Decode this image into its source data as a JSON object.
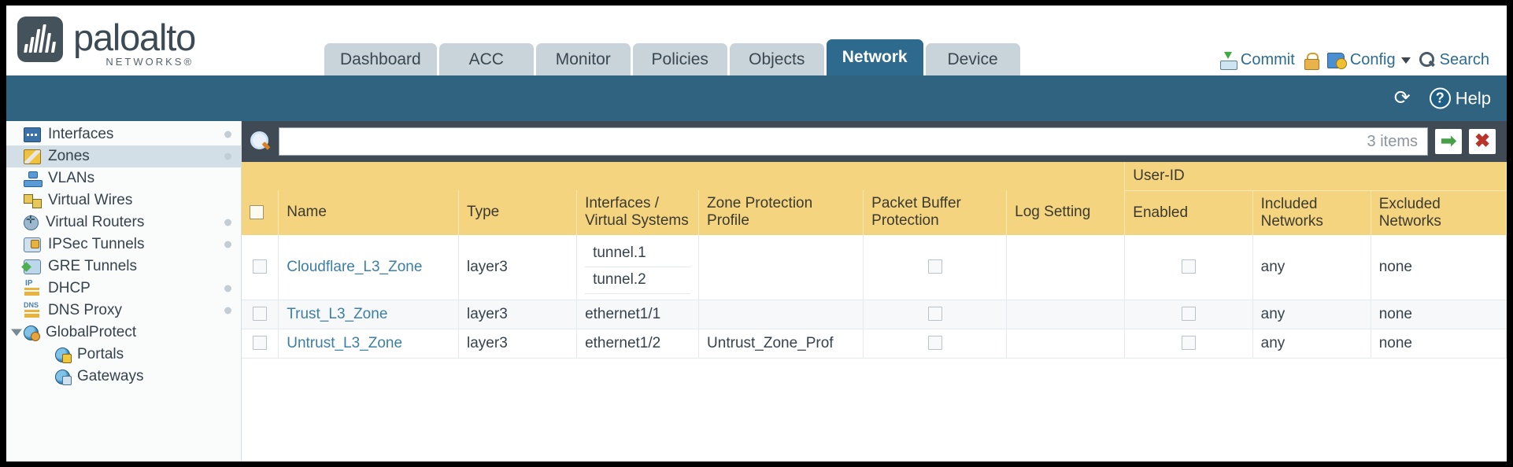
{
  "brand": {
    "name": "paloalto",
    "sub": "NETWORKS®"
  },
  "nav": {
    "tabs": [
      {
        "label": "Dashboard",
        "active": false
      },
      {
        "label": "ACC",
        "active": false
      },
      {
        "label": "Monitor",
        "active": false
      },
      {
        "label": "Policies",
        "active": false
      },
      {
        "label": "Objects",
        "active": false
      },
      {
        "label": "Network",
        "active": true
      },
      {
        "label": "Device",
        "active": false
      }
    ]
  },
  "header_actions": {
    "commit": "Commit",
    "config": "Config",
    "search": "Search"
  },
  "band": {
    "help": "Help"
  },
  "sidebar": {
    "items": [
      {
        "label": "Interfaces",
        "icon": "interfaces-icon",
        "selected": false,
        "dot": true,
        "child": false,
        "twisty": false
      },
      {
        "label": "Zones",
        "icon": "zones-icon",
        "selected": true,
        "dot": true,
        "child": false,
        "twisty": false
      },
      {
        "label": "VLANs",
        "icon": "vlans-icon",
        "selected": false,
        "dot": false,
        "child": false,
        "twisty": false
      },
      {
        "label": "Virtual Wires",
        "icon": "virtual-wires-icon",
        "selected": false,
        "dot": false,
        "child": false,
        "twisty": false
      },
      {
        "label": "Virtual Routers",
        "icon": "virtual-routers-icon",
        "selected": false,
        "dot": true,
        "child": false,
        "twisty": false
      },
      {
        "label": "IPSec Tunnels",
        "icon": "ipsec-tunnels-icon",
        "selected": false,
        "dot": true,
        "child": false,
        "twisty": false
      },
      {
        "label": "GRE Tunnels",
        "icon": "gre-tunnels-icon",
        "selected": false,
        "dot": false,
        "child": false,
        "twisty": false
      },
      {
        "label": "DHCP",
        "icon": "dhcp-icon",
        "selected": false,
        "dot": true,
        "child": false,
        "twisty": false
      },
      {
        "label": "DNS Proxy",
        "icon": "dns-proxy-icon",
        "selected": false,
        "dot": true,
        "child": false,
        "twisty": false
      },
      {
        "label": "GlobalProtect",
        "icon": "globalprotect-icon",
        "selected": false,
        "dot": false,
        "child": false,
        "twisty": true
      },
      {
        "label": "Portals",
        "icon": "portals-icon",
        "selected": false,
        "dot": false,
        "child": true,
        "twisty": false
      },
      {
        "label": "Gateways",
        "icon": "gateways-icon",
        "selected": false,
        "dot": false,
        "child": true,
        "twisty": false
      }
    ]
  },
  "toolbar": {
    "search_value": "",
    "search_placeholder": "",
    "item_count": "3 items",
    "apply_icon": "➡",
    "clear_icon": "✖"
  },
  "table": {
    "group_header": "User-ID",
    "columns": [
      "Name",
      "Type",
      "Interfaces / Virtual Systems",
      "Zone Protection Profile",
      "Packet Buffer Protection",
      "Log Setting",
      "Enabled",
      "Included Networks",
      "Excluded Networks"
    ],
    "rows": [
      {
        "name": "Cloudflare_L3_Zone",
        "type": "layer3",
        "interfaces": [
          "tunnel.1",
          "tunnel.2"
        ],
        "zone_protection_profile": "",
        "packet_buffer_protection": false,
        "log_setting": "",
        "userid_enabled": false,
        "included_networks": "any",
        "excluded_networks": "none"
      },
      {
        "name": "Trust_L3_Zone",
        "type": "layer3",
        "interfaces": [
          "ethernet1/1"
        ],
        "zone_protection_profile": "",
        "packet_buffer_protection": false,
        "log_setting": "",
        "userid_enabled": false,
        "included_networks": "any",
        "excluded_networks": "none"
      },
      {
        "name": "Untrust_L3_Zone",
        "type": "layer3",
        "interfaces": [
          "ethernet1/2"
        ],
        "zone_protection_profile": "Untrust_Zone_Prof",
        "packet_buffer_protection": false,
        "log_setting": "",
        "userid_enabled": false,
        "included_networks": "any",
        "excluded_networks": "none"
      }
    ]
  },
  "colors": {
    "brand_dark": "#3c4a55",
    "tab_active": "#2e6a8e",
    "tab_inactive": "#c8d4d9",
    "band": "#2f6380",
    "toolbar": "#3f4a54",
    "header_amber": "#f5d480",
    "group_gold": "#e0ab3e",
    "link": "#3c7fa6",
    "sidebar_selected": "#d3dfe6"
  }
}
